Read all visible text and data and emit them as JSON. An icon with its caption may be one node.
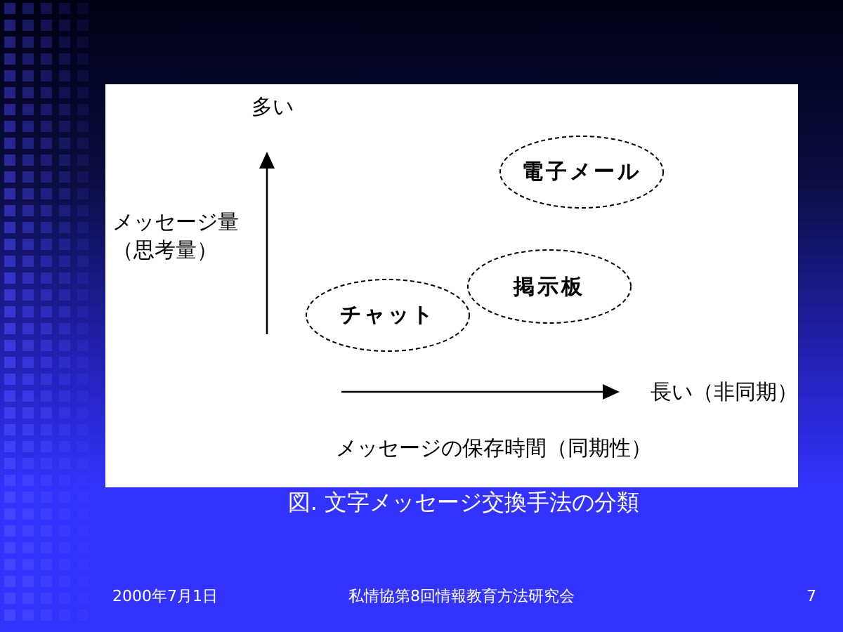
{
  "diagram": {
    "caption": "図. 文字メッセージ交換手法の分類",
    "nodes": [
      {
        "text": [
          "電子メール"
        ]
      },
      {
        "text": [
          "掲示板"
        ]
      },
      {
        "text": [
          "チャット"
        ]
      }
    ],
    "labels": [
      "多い",
      "メッセージ量（思考量）",
      "長い（非同期）",
      "メッセージの保存時間（同期性）",
      "2000年7月1日",
      "私情協第8回情報教育方法研究会",
      "7"
    ]
  }
}
